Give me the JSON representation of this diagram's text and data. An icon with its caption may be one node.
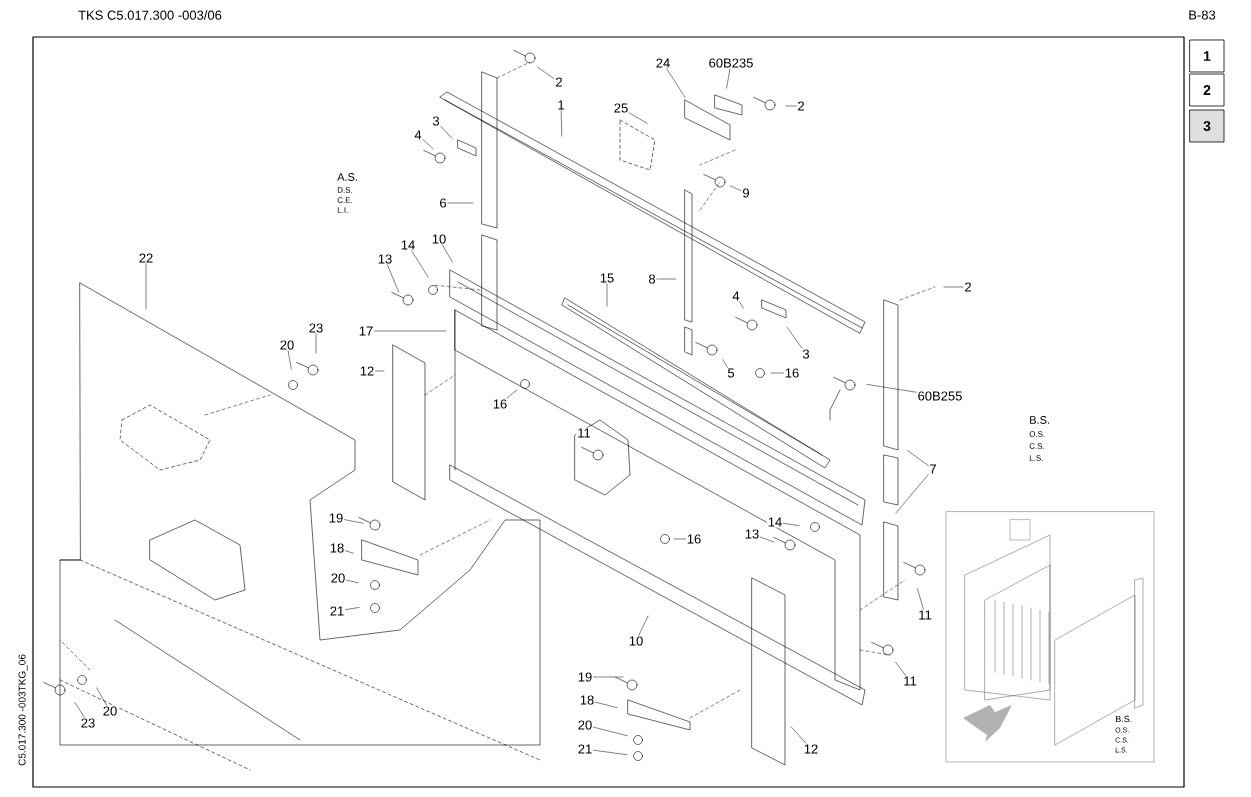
{
  "diagram": {
    "nodes": [
      {
        "text": [
          "2"
        ]
      },
      {
        "text": [
          "1"
        ]
      },
      {
        "text": [
          "24"
        ]
      },
      {
        "text": [
          "60B235"
        ]
      },
      {
        "text": [
          "2"
        ]
      },
      {
        "text": [
          "25"
        ]
      },
      {
        "text": [
          "3"
        ]
      },
      {
        "text": [
          "4"
        ]
      },
      {
        "text": [
          "9"
        ]
      },
      {
        "text": [
          "6"
        ]
      },
      {
        "text": [
          "22"
        ]
      },
      {
        "text": [
          "10"
        ]
      },
      {
        "text": [
          "14"
        ]
      },
      {
        "text": [
          "13"
        ]
      },
      {
        "text": [
          "15"
        ]
      },
      {
        "text": [
          "8"
        ]
      },
      {
        "text": [
          "2"
        ]
      },
      {
        "text": [
          "23"
        ]
      },
      {
        "text": [
          "20"
        ]
      },
      {
        "text": [
          "17"
        ]
      },
      {
        "text": [
          "4"
        ]
      },
      {
        "text": [
          "3"
        ]
      },
      {
        "text": [
          "12"
        ]
      },
      {
        "text": [
          "5"
        ]
      },
      {
        "text": [
          "16"
        ]
      },
      {
        "text": [
          "60B255"
        ]
      },
      {
        "text": [
          "16"
        ]
      },
      {
        "text": [
          "11"
        ]
      },
      {
        "text": [
          "7"
        ]
      },
      {
        "text": [
          "19"
        ]
      },
      {
        "text": [
          "16"
        ]
      },
      {
        "text": [
          "14"
        ]
      },
      {
        "text": [
          "13"
        ]
      },
      {
        "text": [
          "18"
        ]
      },
      {
        "text": [
          "20"
        ]
      },
      {
        "text": [
          "11"
        ]
      },
      {
        "text": [
          "21"
        ]
      },
      {
        "text": [
          "10"
        ]
      },
      {
        "text": [
          "19"
        ]
      },
      {
        "text": [
          "11"
        ]
      },
      {
        "text": [
          "18"
        ]
      },
      {
        "text": [
          "20"
        ]
      },
      {
        "text": [
          "23"
        ]
      },
      {
        "text": [
          "20"
        ]
      },
      {
        "text": [
          "21"
        ]
      },
      {
        "text": [
          "12"
        ]
      },
      {
        "text": [
          "1"
        ]
      },
      {
        "text": [
          "2"
        ]
      },
      {
        "text": [
          "3"
        ]
      }
    ],
    "edges": [
      {
        "from": 0,
        "to": null,
        "arrow": "none"
      },
      {
        "from": 1,
        "to": null,
        "arrow": "none"
      },
      {
        "from": 2,
        "to": null,
        "arrow": "none"
      },
      {
        "from": 3,
        "to": null,
        "arrow": "none"
      },
      {
        "from": 4,
        "to": null,
        "arrow": "none"
      },
      {
        "from": 5,
        "to": null,
        "arrow": "none"
      },
      {
        "from": 6,
        "to": null,
        "arrow": "none"
      },
      {
        "from": 7,
        "to": null,
        "arrow": "none"
      },
      {
        "from": 8,
        "to": null,
        "arrow": "none"
      },
      {
        "from": 9,
        "to": null,
        "arrow": "none"
      },
      {
        "from": 10,
        "to": null,
        "arrow": "none"
      },
      {
        "from": 11,
        "to": null,
        "arrow": "none"
      },
      {
        "from": 12,
        "to": null,
        "arrow": "none"
      },
      {
        "from": 13,
        "to": null,
        "arrow": "none"
      },
      {
        "from": 14,
        "to": null,
        "arrow": "none"
      },
      {
        "from": 15,
        "to": null,
        "arrow": "none"
      },
      {
        "from": 16,
        "to": null,
        "arrow": "none"
      },
      {
        "from": 17,
        "to": null,
        "arrow": "none"
      },
      {
        "from": 18,
        "to": null,
        "arrow": "none"
      },
      {
        "from": 19,
        "to": null,
        "arrow": "none"
      },
      {
        "from": 20,
        "to": null,
        "arrow": "none"
      },
      {
        "from": 21,
        "to": null,
        "arrow": "none"
      },
      {
        "from": 22,
        "to": null,
        "arrow": "none"
      },
      {
        "from": 23,
        "to": null,
        "arrow": "none"
      },
      {
        "from": 24,
        "to": null,
        "arrow": "none"
      },
      {
        "from": 25,
        "to": null,
        "arrow": "none"
      },
      {
        "from": 26,
        "to": null,
        "arrow": "none"
      },
      {
        "from": 28,
        "to": null,
        "arrow": "none"
      },
      {
        "from": 28,
        "to": null,
        "arrow": "none"
      },
      {
        "from": 29,
        "to": null,
        "arrow": "none"
      },
      {
        "from": 30,
        "to": null,
        "arrow": "none"
      },
      {
        "from": 31,
        "to": null,
        "arrow": "none"
      },
      {
        "from": 32,
        "to": null,
        "arrow": "none"
      },
      {
        "from": 33,
        "to": null,
        "arrow": "none"
      },
      {
        "from": 34,
        "to": null,
        "arrow": "none"
      },
      {
        "from": 35,
        "to": null,
        "arrow": "none"
      },
      {
        "from": 36,
        "to": null,
        "arrow": "none"
      },
      {
        "from": 37,
        "to": null,
        "arrow": "none"
      },
      {
        "from": 38,
        "to": null,
        "arrow": "none"
      },
      {
        "from": 39,
        "to": null,
        "arrow": "none"
      },
      {
        "from": 40,
        "to": null,
        "arrow": "none"
      },
      {
        "from": 41,
        "to": null,
        "arrow": "none"
      },
      {
        "from": 42,
        "to": null,
        "arrow": "none"
      },
      {
        "from": 43,
        "to": null,
        "arrow": "none"
      },
      {
        "from": 44,
        "to": null,
        "arrow": "none"
      },
      {
        "from": 45,
        "to": null,
        "arrow": "none"
      }
    ],
    "labels": [
      "TKS C5.017.300 -003/06",
      "B-83",
      "A.S.",
      "D.S.",
      "C.E.",
      "L.I.",
      "B.S.",
      "O.S.",
      "C.S.",
      "L.S.",
      "B.S.",
      "O.S.",
      "C.S.",
      "L.S.",
      "C5.017.300 -003TKG_06"
    ]
  }
}
